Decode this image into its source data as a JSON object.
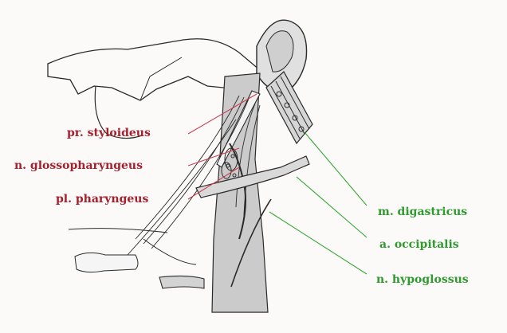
{
  "colors": {
    "left_labels": "#a5202e",
    "right_labels": "#2f9a2f",
    "sketch": "#2a2a2a",
    "shading": "#c9c9c9"
  },
  "labels": {
    "left": [
      "pr. styloideus",
      "n. glossopharyngeus",
      "pl. pharyngeus"
    ],
    "right": [
      "m. digastricus",
      "a. occipitalis",
      "n. hypoglossus"
    ]
  }
}
